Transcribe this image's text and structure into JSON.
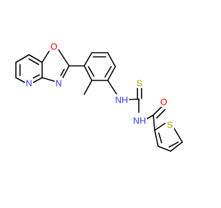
{
  "diagram": {
    "type": "chemical-structure",
    "colors": {
      "bond": "#000000",
      "N": "#3333ff",
      "O": "#ff0000",
      "S": "#b2a400",
      "H": "#3333ff",
      "background": "#ffffff"
    },
    "atom_labels": [
      {
        "id": "n-pyridine",
        "text": "N",
        "element": "N"
      },
      {
        "id": "n-oxazole",
        "text": "N",
        "element": "N"
      },
      {
        "id": "o-oxazole",
        "text": "O",
        "element": "O"
      },
      {
        "id": "nh-aryl",
        "text": "NH",
        "element": "N"
      },
      {
        "id": "s-thiourea",
        "text": "S",
        "element": "S"
      },
      {
        "id": "nh-amide",
        "text": "NH",
        "element": "N"
      },
      {
        "id": "o-carbonyl",
        "text": "O",
        "element": "O"
      },
      {
        "id": "s-thiophene",
        "text": "S",
        "element": "S"
      }
    ]
  }
}
